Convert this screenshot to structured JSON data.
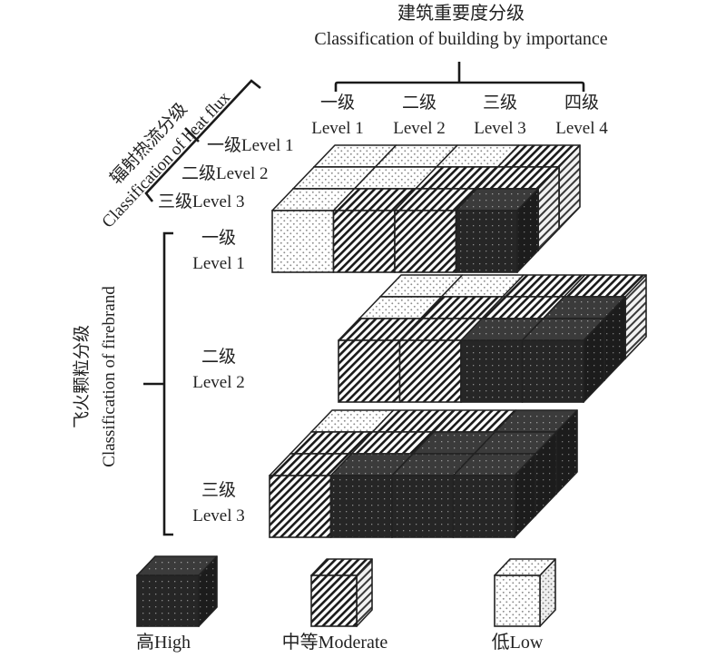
{
  "title": {
    "building_axis_cn": "建筑重要度分级",
    "building_axis_en": "Classification of building by importance",
    "heat_flux_axis_cn": "辐射热流分级",
    "heat_flux_axis_en": "Classification of heat flux",
    "firebrand_axis_cn": "飞火颗粒分级",
    "firebrand_axis_en": "Classification of firebrand"
  },
  "building_levels": [
    {
      "cn": "一级",
      "en": "Level 1"
    },
    {
      "cn": "二级",
      "en": "Level 2"
    },
    {
      "cn": "三级",
      "en": "Level 3"
    },
    {
      "cn": "四级",
      "en": "Level 4"
    }
  ],
  "heat_flux_levels": [
    {
      "label": "一级Level 1"
    },
    {
      "label": "二级Level 2"
    },
    {
      "label": "三级Level 3"
    }
  ],
  "firebrand_levels": [
    {
      "cn": "一级",
      "en": "Level 1"
    },
    {
      "cn": "二级",
      "en": "Level 2"
    },
    {
      "cn": "三级",
      "en": "Level 3"
    }
  ],
  "risk_matrix": {
    "description": "Risk rating per firebrand level (block), heat flux level (row, L1=back, L3=front) and building importance level (column)",
    "blocks": [
      {
        "firebrand_level": "Level 1",
        "rows": [
          {
            "heat_flux_level": "Level 1",
            "cells": [
              "low",
              "low",
              "low",
              "moderate"
            ]
          },
          {
            "heat_flux_level": "Level 2",
            "cells": [
              "low",
              "low",
              "moderate",
              "moderate"
            ]
          },
          {
            "heat_flux_level": "Level 3",
            "cells": [
              "low",
              "moderate",
              "moderate",
              "high"
            ]
          }
        ]
      },
      {
        "firebrand_level": "Level 2",
        "rows": [
          {
            "heat_flux_level": "Level 1",
            "cells": [
              "low",
              "low",
              "moderate",
              "moderate"
            ]
          },
          {
            "heat_flux_level": "Level 2",
            "cells": [
              "low",
              "moderate",
              "moderate",
              "high"
            ]
          },
          {
            "heat_flux_level": "Level 3",
            "cells": [
              "moderate",
              "moderate",
              "high",
              "high"
            ]
          }
        ]
      },
      {
        "firebrand_level": "Level 3",
        "rows": [
          {
            "heat_flux_level": "Level 1",
            "cells": [
              "low",
              "moderate",
              "moderate",
              "high"
            ]
          },
          {
            "heat_flux_level": "Level 2",
            "cells": [
              "moderate",
              "moderate",
              "high",
              "high"
            ]
          },
          {
            "heat_flux_level": "Level 3",
            "cells": [
              "moderate",
              "high",
              "high",
              "high"
            ]
          }
        ]
      }
    ]
  },
  "legend": [
    {
      "key": "high",
      "label": "高High"
    },
    {
      "key": "moderate",
      "label": "中等Moderate"
    },
    {
      "key": "low",
      "label": "低Low"
    }
  ],
  "colors": {
    "high_fill": "#2b2b2b",
    "high_dot": "#8a8a8a",
    "moderate_stripe": "#1a1a1a",
    "low_dot": "#8c8c8c",
    "outline": "#222222"
  }
}
